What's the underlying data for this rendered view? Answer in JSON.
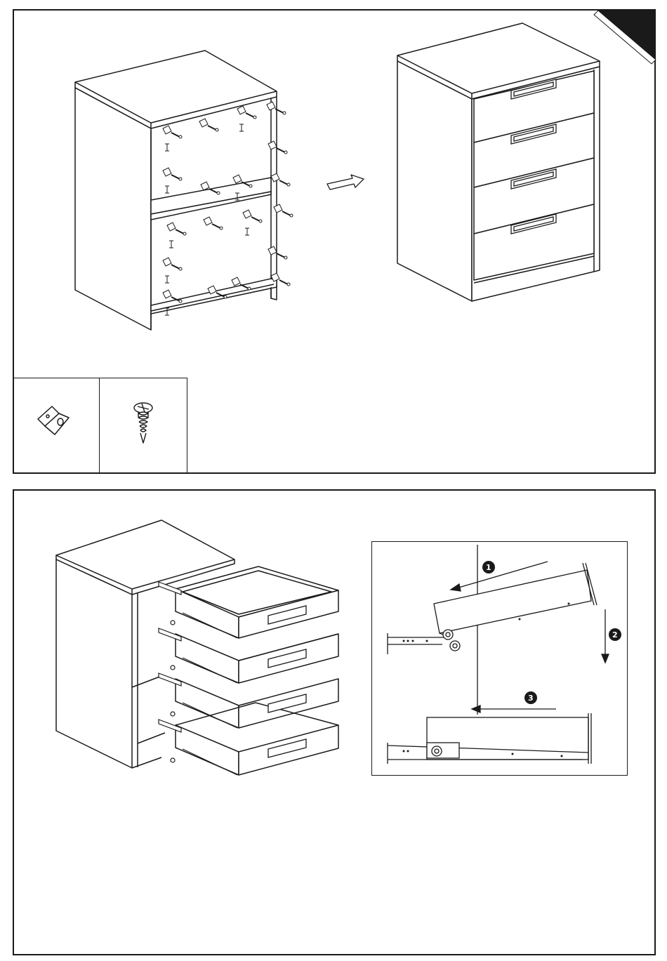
{
  "page": {
    "corner_tab_color": "#1a1a1a",
    "line_color": "#1a1a1a"
  },
  "step_a": {
    "arrow_icon": "right-arrow-icon",
    "hardware": [
      {
        "item": "corner-bracket-icon"
      },
      {
        "item": "screw-icon"
      }
    ]
  },
  "step_b": {
    "sequence": [
      {
        "number": "1",
        "direction": "push-in-left"
      },
      {
        "number": "2",
        "direction": "lower-down"
      },
      {
        "number": "3",
        "direction": "push-in-left"
      }
    ]
  }
}
